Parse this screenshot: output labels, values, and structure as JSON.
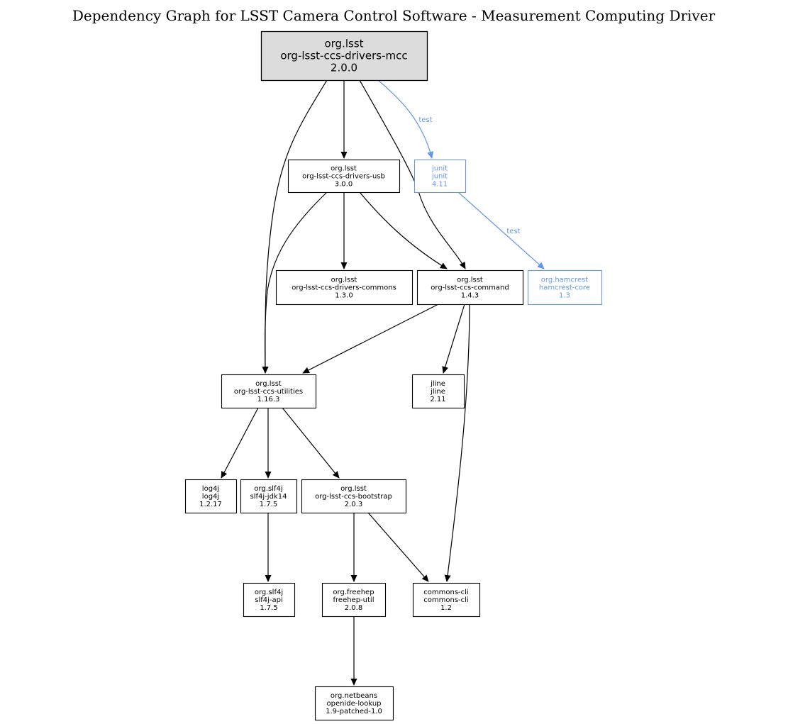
{
  "title": "Dependency Graph for LSST Camera Control Software - Measurement Computing Driver",
  "colors": {
    "default_stroke": "#000000",
    "root_fill": "#dcdcdc",
    "test_color": "#6495ed",
    "background": "#ffffff"
  },
  "nodes": [
    {
      "id": "mcc",
      "group": "org.lsst",
      "artifact": "org-lsst-ccs-drivers-mcc",
      "version": "2.0.0",
      "scope": "root"
    },
    {
      "id": "usb",
      "group": "org.lsst",
      "artifact": "org-lsst-ccs-drivers-usb",
      "version": "3.0.0",
      "scope": "compile"
    },
    {
      "id": "junit",
      "group": "junit",
      "artifact": "junit",
      "version": "4.11",
      "scope": "test"
    },
    {
      "id": "commons",
      "group": "org.lsst",
      "artifact": "org-lsst-ccs-drivers-commons",
      "version": "1.3.0",
      "scope": "compile"
    },
    {
      "id": "command",
      "group": "org.lsst",
      "artifact": "org-lsst-ccs-command",
      "version": "1.4.3",
      "scope": "compile"
    },
    {
      "id": "hamcrest",
      "group": "org.hamcrest",
      "artifact": "hamcrest-core",
      "version": "1.3",
      "scope": "test"
    },
    {
      "id": "utilities",
      "group": "org.lsst",
      "artifact": "org-lsst-ccs-utilities",
      "version": "1.16.3",
      "scope": "compile"
    },
    {
      "id": "jline",
      "group": "jline",
      "artifact": "jline",
      "version": "2.11",
      "scope": "compile"
    },
    {
      "id": "log4j",
      "group": "log4j",
      "artifact": "log4j",
      "version": "1.2.17",
      "scope": "compile"
    },
    {
      "id": "jdk14",
      "group": "org.slf4j",
      "artifact": "slf4j-jdk14",
      "version": "1.7.5",
      "scope": "compile"
    },
    {
      "id": "bootstrap",
      "group": "org.lsst",
      "artifact": "org-lsst-ccs-bootstrap",
      "version": "2.0.3",
      "scope": "compile"
    },
    {
      "id": "slf4japi",
      "group": "org.slf4j",
      "artifact": "slf4j-api",
      "version": "1.7.5",
      "scope": "compile"
    },
    {
      "id": "freehep",
      "group": "org.freehep",
      "artifact": "freehep-util",
      "version": "2.0.8",
      "scope": "compile"
    },
    {
      "id": "cli",
      "group": "commons-cli",
      "artifact": "commons-cli",
      "version": "1.2",
      "scope": "compile"
    },
    {
      "id": "lookup",
      "group": "org.netbeans",
      "artifact": "openide-lookup",
      "version": "1.9-patched-1.0",
      "scope": "compile"
    }
  ],
  "edges": [
    {
      "from": "mcc",
      "to": "utilities",
      "label": ""
    },
    {
      "from": "mcc",
      "to": "usb",
      "label": ""
    },
    {
      "from": "mcc",
      "to": "command",
      "label": ""
    },
    {
      "from": "mcc",
      "to": "junit",
      "label": "test"
    },
    {
      "from": "usb",
      "to": "utilities",
      "label": ""
    },
    {
      "from": "usb",
      "to": "commons",
      "label": ""
    },
    {
      "from": "usb",
      "to": "command",
      "label": ""
    },
    {
      "from": "junit",
      "to": "hamcrest",
      "label": "test"
    },
    {
      "from": "command",
      "to": "utilities",
      "label": ""
    },
    {
      "from": "command",
      "to": "jline",
      "label": ""
    },
    {
      "from": "command",
      "to": "cli",
      "label": ""
    },
    {
      "from": "utilities",
      "to": "log4j",
      "label": ""
    },
    {
      "from": "utilities",
      "to": "jdk14",
      "label": ""
    },
    {
      "from": "utilities",
      "to": "bootstrap",
      "label": ""
    },
    {
      "from": "jdk14",
      "to": "slf4japi",
      "label": ""
    },
    {
      "from": "bootstrap",
      "to": "freehep",
      "label": ""
    },
    {
      "from": "bootstrap",
      "to": "cli",
      "label": ""
    },
    {
      "from": "freehep",
      "to": "lookup",
      "label": ""
    }
  ]
}
